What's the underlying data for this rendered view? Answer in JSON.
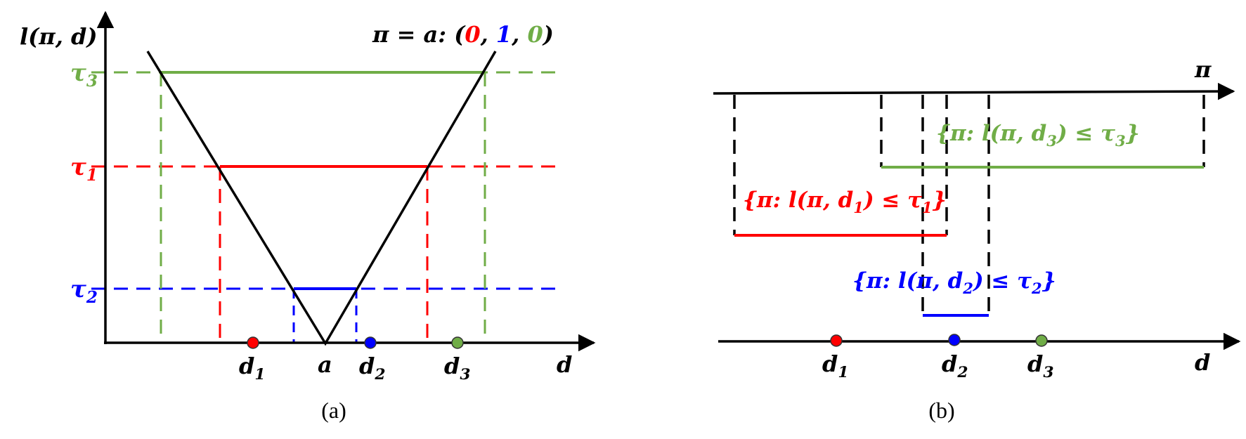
{
  "colors": {
    "red": "#ff0000",
    "blue": "#0000ff",
    "green": "#70ad47",
    "black": "#000000"
  },
  "panel_a": {
    "caption": "(a)",
    "y_axis_label": "l(π, d)",
    "x_axis_label": "d",
    "legend": {
      "prefix": "π = a: (",
      "v1": "0",
      "sep1": ", ",
      "v2": "1",
      "sep2": ", ",
      "v3": "0",
      "suffix": ")"
    },
    "thresholds": [
      {
        "name": "τ",
        "sub": "3",
        "color": "green"
      },
      {
        "name": "τ",
        "sub": "1",
        "color": "red"
      },
      {
        "name": "τ",
        "sub": "2",
        "color": "blue"
      }
    ],
    "points": [
      {
        "name": "d",
        "sub": "1",
        "color": "red"
      },
      {
        "name": "a",
        "sub": "",
        "color": "none"
      },
      {
        "name": "d",
        "sub": "2",
        "color": "blue"
      },
      {
        "name": "d",
        "sub": "3",
        "color": "green"
      }
    ]
  },
  "panel_b": {
    "caption": "(b)",
    "top_axis_label": "π",
    "bottom_axis_label": "d",
    "sets": [
      {
        "open": "{π: l(π, d",
        "sub": "3",
        "close": ") ≤ τ",
        "sub2": "3",
        "end": "}",
        "color": "green"
      },
      {
        "open": "{π: l(π, d",
        "sub": "1",
        "close": ") ≤ τ",
        "sub2": "1",
        "end": "}",
        "color": "red"
      },
      {
        "open": "{π: l(π, d",
        "sub": "2",
        "close": ") ≤ τ",
        "sub2": "2",
        "end": "}",
        "color": "blue"
      }
    ],
    "points": [
      {
        "name": "d",
        "sub": "1",
        "color": "red"
      },
      {
        "name": "d",
        "sub": "2",
        "color": "blue"
      },
      {
        "name": "d",
        "sub": "3",
        "color": "green"
      }
    ]
  }
}
